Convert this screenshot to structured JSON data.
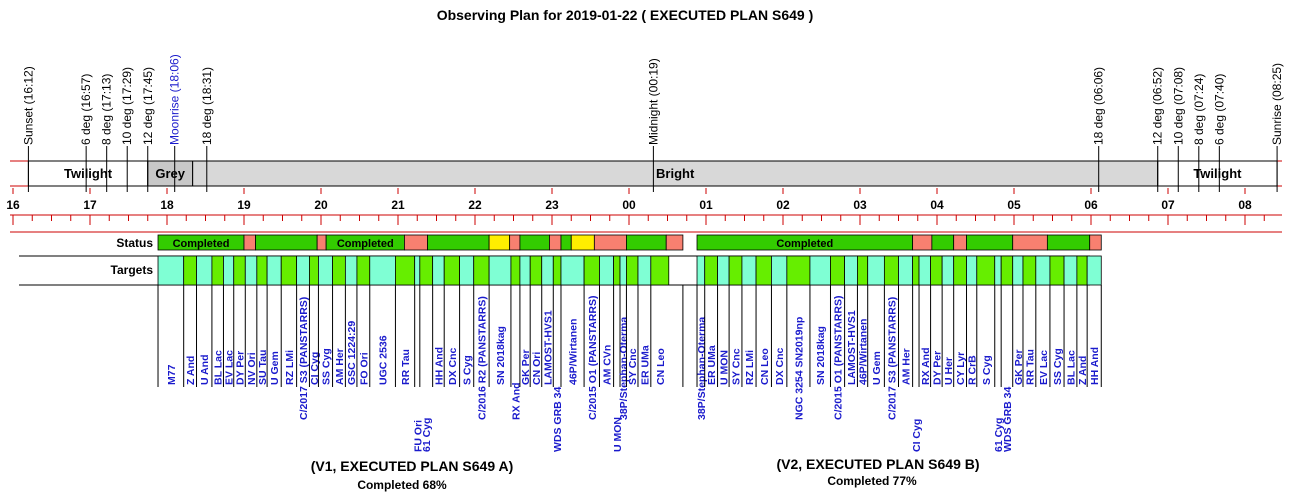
{
  "title": "Observing Plan for 2019-01-22 ( EXECUTED PLAN S649 )",
  "events": [
    {
      "label": "Sunset (16:12)",
      "time": "16:12",
      "color": "#000000"
    },
    {
      "label": "6 deg (16:57)",
      "time": "16:57",
      "color": "#000000"
    },
    {
      "label": "8 deg (17:13)",
      "time": "17:13",
      "color": "#000000"
    },
    {
      "label": "10 deg (17:29)",
      "time": "17:29",
      "color": "#000000"
    },
    {
      "label": "12 deg (17:45)",
      "time": "17:45",
      "color": "#000000"
    },
    {
      "label": "Moonrise (18:06)",
      "time": "18:06",
      "color": "#1a1acc"
    },
    {
      "label": "18 deg (18:31)",
      "time": "18:31",
      "color": "#000000"
    },
    {
      "label": "Midnight (00:19)",
      "time": "00:19",
      "color": "#000000"
    },
    {
      "label": "18 deg (06:06)",
      "time": "06:06",
      "color": "#000000"
    },
    {
      "label": "12 deg (06:52)",
      "time": "06:52",
      "color": "#000000"
    },
    {
      "label": "10 deg (07:08)",
      "time": "07:08",
      "color": "#000000"
    },
    {
      "label": "8 deg (07:24)",
      "time": "07:24",
      "color": "#000000"
    },
    {
      "label": "6 deg (07:40)",
      "time": "07:40",
      "color": "#000000"
    },
    {
      "label": "Sunrise (08:25)",
      "time": "08:25",
      "color": "#000000"
    }
  ],
  "bands": [
    {
      "label": "Twilight",
      "start": "16:12",
      "end": "17:45",
      "fill": "#ffffff"
    },
    {
      "label": "Grey",
      "start": "17:45",
      "end": "18:20",
      "fill": "#c8c8c8"
    },
    {
      "label": "Bright",
      "start": "18:20",
      "end": "06:52",
      "fill": "#d8d8d8"
    },
    {
      "label": "Twilight",
      "start": "06:52",
      "end": "08:25",
      "fill": "#ffffff"
    }
  ],
  "hour_labels": [
    "16",
    "17",
    "18",
    "19",
    "20",
    "21",
    "22",
    "23",
    "00",
    "01",
    "02",
    "03",
    "04",
    "05",
    "06",
    "07",
    "08"
  ],
  "rows": {
    "status": "Status",
    "targets": "Targets"
  },
  "colors": {
    "completed": "#33cc00",
    "failed": "#f88070",
    "partial": "#ffee00",
    "target_a": "#7fffd4",
    "target_b": "#66ee00",
    "label": "#1a1acc",
    "grid": "#cc0000"
  },
  "status_blocks": [
    {
      "start": "17:53",
      "end": "19:00",
      "state": "completed",
      "label": "Completed"
    },
    {
      "start": "19:00",
      "end": "19:09",
      "state": "failed",
      "label": ""
    },
    {
      "start": "19:09",
      "end": "19:57",
      "state": "completed",
      "label": ""
    },
    {
      "start": "19:57",
      "end": "20:04",
      "state": "failed",
      "label": ""
    },
    {
      "start": "20:04",
      "end": "21:05",
      "state": "completed",
      "label": "Completed"
    },
    {
      "start": "21:05",
      "end": "21:23",
      "state": "failed",
      "label": ""
    },
    {
      "start": "21:23",
      "end": "22:11",
      "state": "completed",
      "label": ""
    },
    {
      "start": "22:11",
      "end": "22:27",
      "state": "partial",
      "label": ""
    },
    {
      "start": "22:27",
      "end": "22:35",
      "state": "failed",
      "label": ""
    },
    {
      "start": "22:35",
      "end": "22:58",
      "state": "completed",
      "label": ""
    },
    {
      "start": "22:58",
      "end": "23:07",
      "state": "failed",
      "label": ""
    },
    {
      "start": "23:07",
      "end": "23:15",
      "state": "completed",
      "label": ""
    },
    {
      "start": "23:15",
      "end": "23:33",
      "state": "partial",
      "label": ""
    },
    {
      "start": "23:33",
      "end": "23:58",
      "state": "failed",
      "label": ""
    },
    {
      "start": "23:58",
      "end": "00:29",
      "state": "completed",
      "label": ""
    },
    {
      "start": "00:29",
      "end": "00:42",
      "state": "failed",
      "label": ""
    },
    {
      "start": "00:53",
      "end": "03:41",
      "state": "completed",
      "label": "Completed"
    },
    {
      "start": "03:41",
      "end": "03:56",
      "state": "failed",
      "label": ""
    },
    {
      "start": "03:56",
      "end": "04:13",
      "state": "completed",
      "label": ""
    },
    {
      "start": "04:13",
      "end": "04:23",
      "state": "failed",
      "label": ""
    },
    {
      "start": "04:23",
      "end": "04:59",
      "state": "completed",
      "label": ""
    },
    {
      "start": "04:59",
      "end": "05:26",
      "state": "failed",
      "label": ""
    },
    {
      "start": "05:26",
      "end": "05:59",
      "state": "completed",
      "label": ""
    },
    {
      "start": "05:59",
      "end": "06:08",
      "state": "failed",
      "label": ""
    }
  ],
  "plan_a": {
    "start": "17:53",
    "end": "00:42",
    "targets": [
      {
        "name": "M77",
        "end": "18:13",
        "level": "upper"
      },
      {
        "name": "Z And",
        "end": "18:23",
        "level": "upper"
      },
      {
        "name": "U And",
        "end": "18:35",
        "level": "upper"
      },
      {
        "name": "BL Lac",
        "end": "18:44",
        "level": "upper"
      },
      {
        "name": "EV Lac",
        "end": "18:52",
        "level": "upper"
      },
      {
        "name": "DY Per",
        "end": "19:01",
        "level": "upper"
      },
      {
        "name": "NV Ori",
        "end": "19:10",
        "level": "upper"
      },
      {
        "name": "SU Tau",
        "end": "19:18",
        "level": "upper"
      },
      {
        "name": "U Gem",
        "end": "19:29",
        "level": "upper"
      },
      {
        "name": "RZ LMi",
        "end": "19:41",
        "level": "upper"
      },
      {
        "name": "C/2017 S3 (PANSTARRS)",
        "end": "19:51",
        "level": "middle"
      },
      {
        "name": "CI Cyg",
        "end": "19:58",
        "level": "upper"
      },
      {
        "name": "SS Cyg",
        "end": "20:09",
        "level": "upper"
      },
      {
        "name": "AM Her",
        "end": "20:19",
        "level": "upper"
      },
      {
        "name": "GSC 1224:29",
        "end": "20:28",
        "level": "upper"
      },
      {
        "name": "FO Ori",
        "end": "20:38",
        "level": "upper"
      },
      {
        "name": "UGC 2536",
        "end": "20:58",
        "level": "upper"
      },
      {
        "name": "RR Tau",
        "end": "21:13",
        "level": "upper"
      },
      {
        "name": "FU Ori",
        "end": "21:17",
        "level": "lower"
      },
      {
        "name": "61 Cyg",
        "end": "21:27",
        "level": "lower"
      },
      {
        "name": "HH And",
        "end": "21:36",
        "level": "upper"
      },
      {
        "name": "DX Cnc",
        "end": "21:48",
        "level": "upper"
      },
      {
        "name": "S Cyg",
        "end": "21:59",
        "level": "upper"
      },
      {
        "name": "C/2016 R2 (PANSTARRS)",
        "end": "22:11",
        "level": "middle"
      },
      {
        "name": "SN 2018kag",
        "end": "22:28",
        "level": "upper"
      },
      {
        "name": "RX And",
        "end": "22:35",
        "level": "middle"
      },
      {
        "name": "GK Per",
        "end": "22:43",
        "level": "upper"
      },
      {
        "name": "CN Ori",
        "end": "22:52",
        "level": "upper"
      },
      {
        "name": "LAMOST-HVS1",
        "end": "23:01",
        "level": "upper"
      },
      {
        "name": "WDS GRB 34",
        "end": "23:07",
        "level": "lower"
      },
      {
        "name": "46P/Wirtanen",
        "end": "23:25",
        "level": "upper"
      },
      {
        "name": "C/2015 O1 (PANSTARRS)",
        "end": "23:37",
        "level": "middle"
      },
      {
        "name": "AM CVn",
        "end": "23:48",
        "level": "upper"
      },
      {
        "name": "U MON",
        "end": "23:53",
        "level": "lower"
      },
      {
        "name": "38P/Stephan-Oterma",
        "end": "23:58",
        "level": "middle"
      },
      {
        "name": "SY Cnc",
        "end": "00:07",
        "level": "upper"
      },
      {
        "name": "ER UMa",
        "end": "00:17",
        "level": "upper"
      },
      {
        "name": "CN Leo",
        "end": "00:31",
        "level": "upper"
      }
    ]
  },
  "plan_b": {
    "start": "00:53",
    "end": "06:08",
    "targets": [
      {
        "name": "38P/Stephan-Oterma",
        "end": "00:59",
        "level": "middle"
      },
      {
        "name": "ER UMa",
        "end": "01:09",
        "level": "upper"
      },
      {
        "name": "U MON",
        "end": "01:18",
        "level": "upper"
      },
      {
        "name": "SY Cnc",
        "end": "01:28",
        "level": "upper"
      },
      {
        "name": "RZ LMi",
        "end": "01:39",
        "level": "upper"
      },
      {
        "name": "CN Leo",
        "end": "01:51",
        "level": "upper"
      },
      {
        "name": "DX Cnc",
        "end": "02:03",
        "level": "upper"
      },
      {
        "name": "NGC 3254 SN2019np",
        "end": "02:21",
        "level": "middle"
      },
      {
        "name": "SN 2018kag",
        "end": "02:37",
        "level": "upper"
      },
      {
        "name": "C/2015 O1 (PANSTARRS)",
        "end": "02:48",
        "level": "middle"
      },
      {
        "name": "LAMOST-HVS1",
        "end": "02:58",
        "level": "upper"
      },
      {
        "name": "46P/Wirtanen",
        "end": "03:06",
        "level": "upper"
      },
      {
        "name": "U Gem",
        "end": "03:19",
        "level": "upper"
      },
      {
        "name": "C/2017 S3 (PANSTARRS)",
        "end": "03:30",
        "level": "middle"
      },
      {
        "name": "AM Her",
        "end": "03:41",
        "level": "upper"
      },
      {
        "name": "CI Cyg",
        "end": "03:46",
        "level": "lower"
      },
      {
        "name": "RX And",
        "end": "03:55",
        "level": "upper"
      },
      {
        "name": "DY Per",
        "end": "04:04",
        "level": "upper"
      },
      {
        "name": "U Her",
        "end": "04:13",
        "level": "upper"
      },
      {
        "name": "CY Lyr",
        "end": "04:23",
        "level": "upper"
      },
      {
        "name": "R CrB",
        "end": "04:31",
        "level": "upper"
      },
      {
        "name": "S Cyg",
        "end": "04:45",
        "level": "upper"
      },
      {
        "name": "61 Cyg",
        "end": "04:50",
        "level": "lower"
      },
      {
        "name": "WDS GRB 34",
        "end": "04:59",
        "level": "lower"
      },
      {
        "name": "GK Per",
        "end": "05:07",
        "level": "upper"
      },
      {
        "name": "RR Tau",
        "end": "05:17",
        "level": "upper"
      },
      {
        "name": "EV Lac",
        "end": "05:28",
        "level": "upper"
      },
      {
        "name": "SS Cyg",
        "end": "05:39",
        "level": "upper"
      },
      {
        "name": "BL Lac",
        "end": "05:49",
        "level": "upper"
      },
      {
        "name": "Z And",
        "end": "05:57",
        "level": "upper"
      },
      {
        "name": "HH And",
        "end": "06:08",
        "level": "upper"
      }
    ]
  },
  "plan_a_caption": "(V1, EXECUTED PLAN S649 A)",
  "plan_a_completed": "Completed 68%",
  "plan_b_caption": "(V2, EXECUTED PLAN S649 B)",
  "plan_b_completed": "Completed 77%",
  "chart_data": {
    "type": "table",
    "title": "Observing Plan for 2019-01-22 ( EXECUTED PLAN S649 )",
    "x_range": [
      "15:50",
      "08:35"
    ],
    "grid": true
  }
}
